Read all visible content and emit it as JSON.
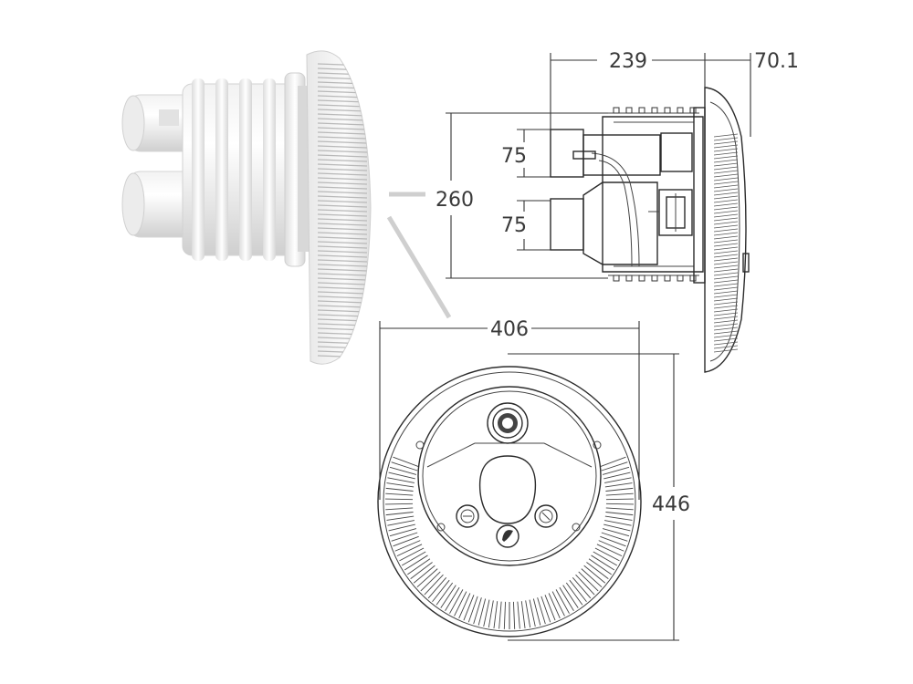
{
  "dimensions": {
    "side_depth": "239",
    "face_depth": "70.1",
    "height": "260",
    "inlet_upper": "75",
    "inlet_lower": "75",
    "face_width": "406",
    "face_height": "446"
  },
  "colors": {
    "line": "#2b2b2b",
    "render_shade": "#e4e4e4",
    "pointer": "#d0d0d0"
  }
}
